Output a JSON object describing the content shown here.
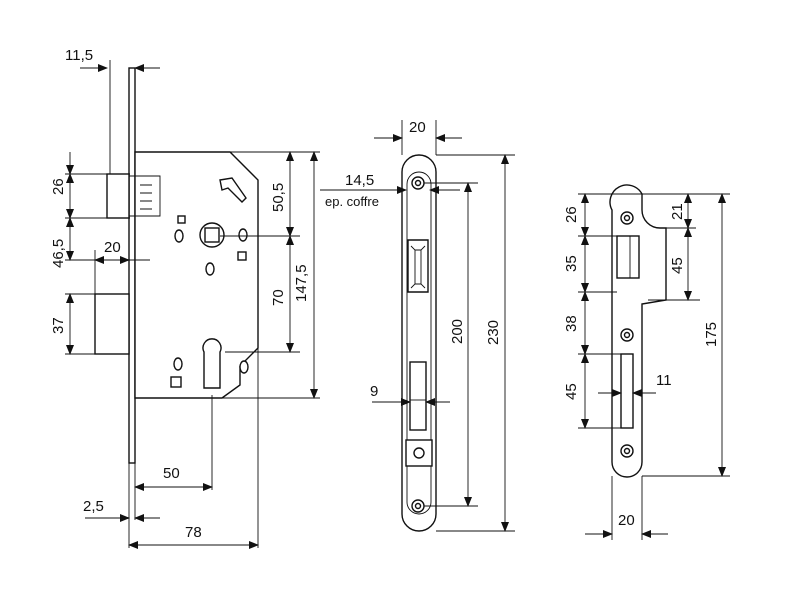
{
  "mortise_lock": {
    "dims": {
      "d_11_5": "11,5",
      "d_26": "26",
      "d_50_5": "50,5",
      "d_46_5": "46,5",
      "d_20": "20",
      "d_37": "37",
      "d_70": "70",
      "d_147_5": "147,5",
      "d_50": "50",
      "d_2_5": "2,5",
      "d_78": "78"
    }
  },
  "faceplate": {
    "dims": {
      "d_20": "20",
      "d_14_5": "14,5",
      "note": "ep. coffre",
      "d_200": "200",
      "d_230": "230",
      "d_9": "9"
    }
  },
  "strike_plate": {
    "dims": {
      "d_26": "26",
      "d_21": "21",
      "d_35": "35",
      "d_45_top": "45",
      "d_38": "38",
      "d_45_bottom": "45",
      "d_11": "11",
      "d_175": "175",
      "d_20": "20"
    }
  }
}
